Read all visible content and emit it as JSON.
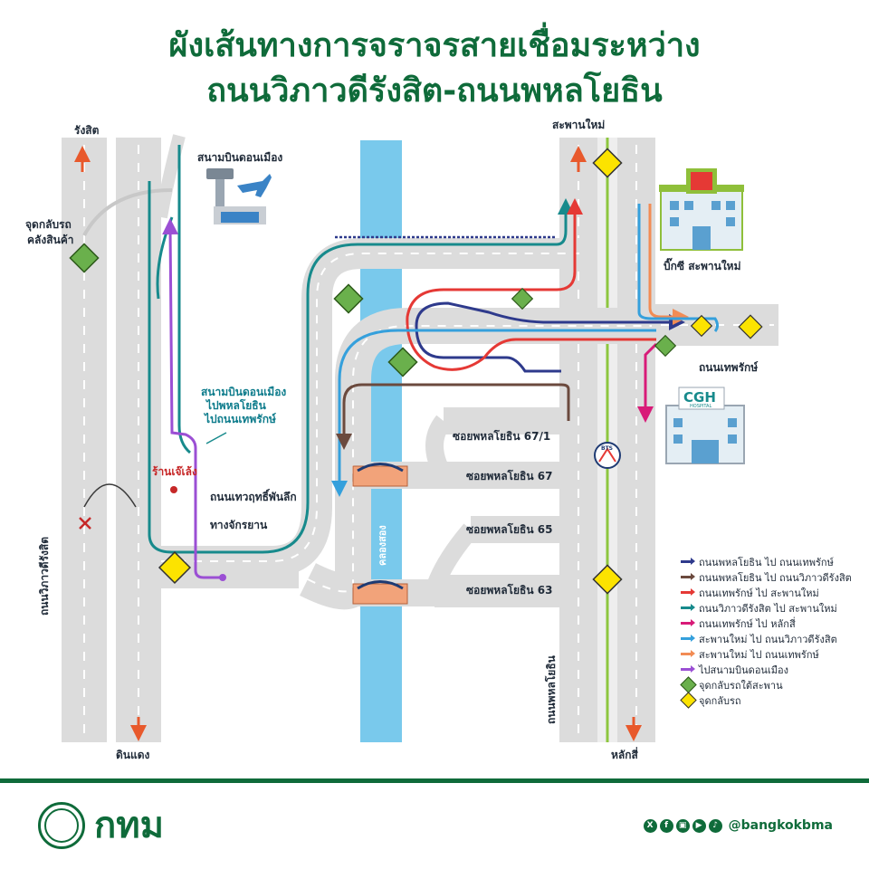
{
  "title": {
    "line1": "ผังเส้นทางการจราจรสายเชื่อมระหว่าง",
    "line2": "ถนนวิภาวดีรังสิต-ถนนพหลโยธิน"
  },
  "labels": {
    "rangsit": "รังสิต",
    "dindaeng": "ดินแดง",
    "saphan_mai": "สะพานใหม่",
    "lak_si": "หลักสี่",
    "uturn_warehouse_1": "จุดกลับรถ",
    "uturn_warehouse_2": "คลังสินค้า",
    "vibhavadi_road": "ถนนวิภาวดีรังสิต",
    "phahonyothin_road": "ถนนพหลโยธิน",
    "don_mueang_airport": "สนามบินดอนเมือง",
    "big_c": "บิ๊กซี สะพานใหม่",
    "thep_rak_road": "ถนนเทพรักษ์",
    "cgh": "CGH",
    "cgh_sub": "HOSPITAL",
    "bts": "BTS",
    "soi_67_1": "ซอยพหลโยธิน 67/1",
    "soi_67": "ซอยพหลโยธิน 67",
    "soi_65": "ซอยพหลโยธิน 65",
    "soi_63": "ซอยพหลโยธิน 63",
    "canal": "คลองสอง",
    "note_1": "สนามบินดอนเมือง",
    "note_2": "ไปพหลโยธิน",
    "note_3": "ไปถนนเทพรักษ์",
    "shop": "ร้านเจ๊เล้ง",
    "thewa_road": "ถนนเทวฤทธิ์พันลึก",
    "bike_lane": "ทางจักรยาน"
  },
  "legend": [
    {
      "color": "#2e3a8c",
      "type": "arrow",
      "label": "ถนนพหลโยธิน ไป ถนนเทพรักษ์"
    },
    {
      "color": "#6b4a3e",
      "type": "arrow",
      "label": "ถนนพหลโยธิน ไป ถนนวิภาวดีรังสิต"
    },
    {
      "color": "#e53935",
      "type": "arrow",
      "label": "ถนนเทพรักษ์ ไป สะพานใหม่"
    },
    {
      "color": "#178a8c",
      "type": "arrow",
      "label": "ถนนวิภาวดีรังสิต ไป สะพานใหม่"
    },
    {
      "color": "#d81b78",
      "type": "arrow",
      "label": "ถนนเทพรักษ์ ไป หลักสี่"
    },
    {
      "color": "#35a0dc",
      "type": "arrow",
      "label": "สะพานใหม่ ไป ถนนวิภาวดีรังสิต"
    },
    {
      "color": "#f28c54",
      "type": "arrow",
      "label": "สะพานใหม่ ไป ถนนเทพรักษ์"
    },
    {
      "color": "#9b4fd4",
      "type": "arrow",
      "label": "ไปสนามบินดอนเมือง"
    },
    {
      "color": "#6ab04c",
      "type": "green-sign",
      "label": "จุดกลับรถใต้สะพาน"
    },
    {
      "color": "#fce300",
      "type": "yellow-sign",
      "label": "จุดกลับรถ"
    }
  ],
  "footer": {
    "logo_text": "กทม",
    "social_icons": [
      "x-icon",
      "facebook-icon",
      "line-icon",
      "youtube-icon",
      "tiktok-icon"
    ],
    "handle": "@bangkokbma"
  },
  "colors": {
    "brand_green": "#0f6b3a",
    "road_gray": "#dcdcdc",
    "canal_blue": "#79c9ec",
    "green_line": "#8dc63f"
  }
}
